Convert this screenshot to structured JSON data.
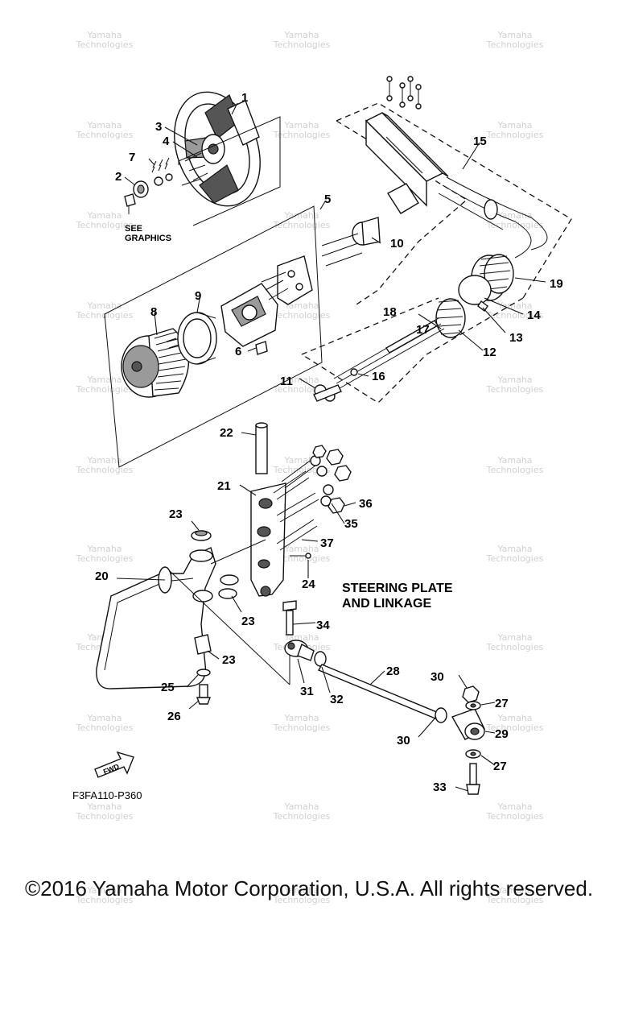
{
  "watermark": {
    "line1": "Yamaha",
    "line2": "Technologies"
  },
  "callouts": [
    "1",
    "2",
    "3",
    "4",
    "5",
    "6",
    "7",
    "8",
    "9",
    "10",
    "11",
    "12",
    "13",
    "14",
    "15",
    "16",
    "17",
    "18",
    "19",
    "20",
    "21",
    "22",
    "23",
    "24",
    "25",
    "26",
    "27",
    "28",
    "29",
    "30",
    "31",
    "32",
    "33",
    "34",
    "35",
    "36",
    "37"
  ],
  "labels": {
    "see_graphics_1": "SEE",
    "see_graphics_2": "GRAPHICS",
    "section_title_1": "STEERING PLATE",
    "section_title_2": "AND LINKAGE",
    "fwd": "FWD",
    "diagram_code": "F3FA110-P360"
  },
  "footer": {
    "copyright": "©2016 Yamaha Motor Corporation, U.S.A. All rights reserved."
  }
}
